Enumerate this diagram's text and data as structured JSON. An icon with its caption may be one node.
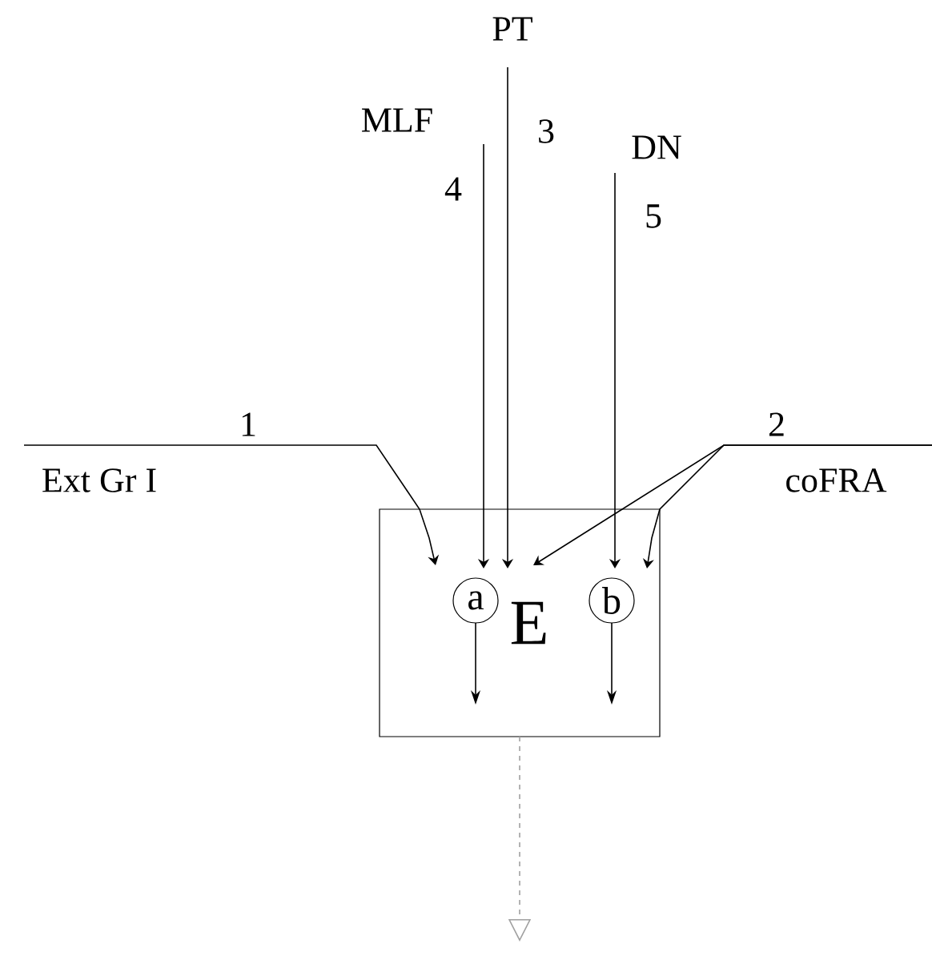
{
  "diagram": {
    "nodes": [
      {
        "text": [
          "PT"
        ],
        "beside": [
          "3"
        ]
      },
      {
        "text": [
          "MLF"
        ],
        "beside": [
          "4"
        ]
      },
      {
        "text": [
          "DN"
        ],
        "beside": [
          "5"
        ]
      },
      {
        "text": [
          "Ext Gr I"
        ],
        "beside": [
          "1"
        ]
      },
      {
        "text": [
          "coFRA"
        ],
        "beside": [
          "2"
        ]
      },
      {
        "text": [
          "E"
        ]
      },
      {
        "text": [
          "a"
        ],
        "in": 5
      },
      {
        "text": [
          "b"
        ],
        "in": 5
      }
    ],
    "edges": [
      {
        "from": 3,
        "to": 6,
        "arrow": "to"
      },
      {
        "from": 1,
        "to": 6,
        "arrow": "to"
      },
      {
        "from": 0,
        "to": 6,
        "arrow": "to"
      },
      {
        "from": 4,
        "to": 6,
        "arrow": "to"
      },
      {
        "from": 2,
        "to": 7,
        "arrow": "to"
      },
      {
        "from": 4,
        "to": 7,
        "arrow": "to"
      },
      {
        "from": 6,
        "to": null,
        "arrow": "to"
      },
      {
        "from": 7,
        "to": null,
        "arrow": "to"
      },
      {
        "from": 5,
        "to": null,
        "arrow": "to",
        "style": "dashed",
        "color": "#a0a0a0"
      }
    ]
  }
}
